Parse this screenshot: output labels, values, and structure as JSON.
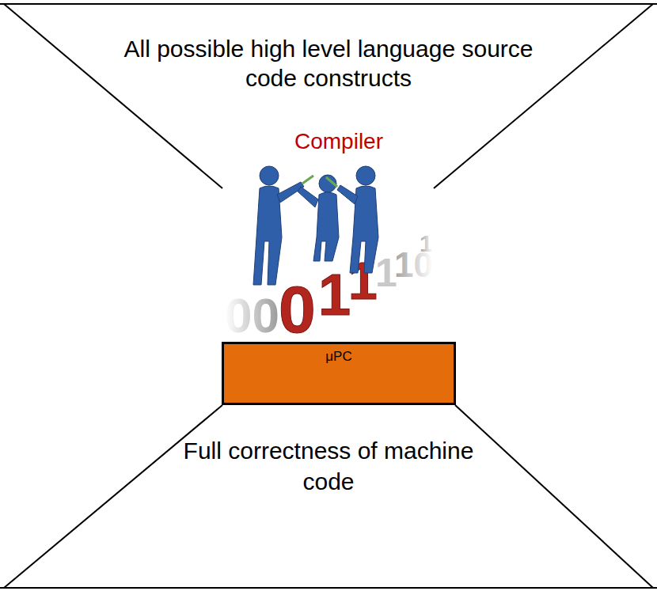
{
  "diagram": {
    "nodes": [
      {
        "text": [
          "All possible high level language source code constructs"
        ]
      },
      {
        "text": [
          "Compiler"
        ]
      },
      {
        "text": [
          "μPC"
        ]
      },
      {
        "text": [
          "Full correctness of machine code"
        ]
      }
    ]
  }
}
